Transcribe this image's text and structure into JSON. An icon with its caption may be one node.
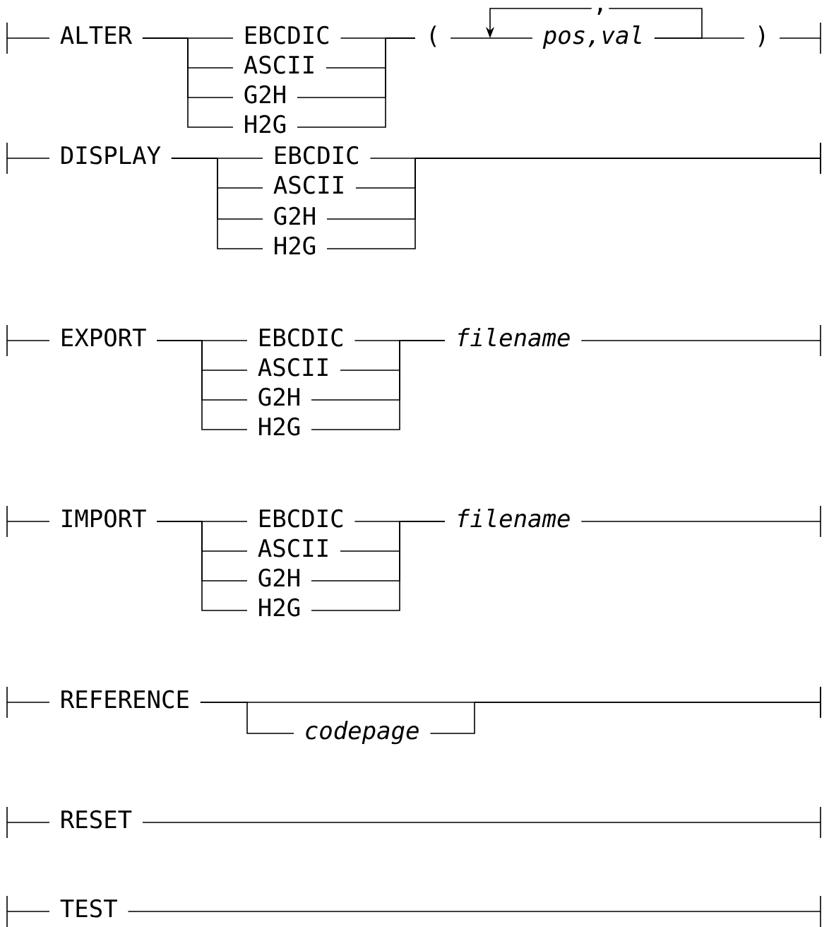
{
  "diagram": {
    "nodes": [
      {
        "text": [
          "ALTER"
        ]
      },
      {
        "text": [
          "EBCDIC"
        ]
      },
      {
        "text": [
          "ASCII"
        ]
      },
      {
        "text": [
          "G2H"
        ]
      },
      {
        "text": [
          "H2G"
        ]
      },
      {
        "text": [
          "("
        ]
      },
      {
        "text": [
          "pos,val"
        ]
      },
      {
        "text": [
          ")"
        ]
      },
      {
        "text": [
          "DISPLAY"
        ]
      },
      {
        "text": [
          "EBCDIC"
        ]
      },
      {
        "text": [
          "ASCII"
        ]
      },
      {
        "text": [
          "G2H"
        ]
      },
      {
        "text": [
          "H2G"
        ]
      },
      {
        "text": [
          "EXPORT"
        ]
      },
      {
        "text": [
          "EBCDIC"
        ]
      },
      {
        "text": [
          "ASCII"
        ]
      },
      {
        "text": [
          "G2H"
        ]
      },
      {
        "text": [
          "H2G"
        ]
      },
      {
        "text": [
          "filename"
        ]
      },
      {
        "text": [
          "IMPORT"
        ]
      },
      {
        "text": [
          "EBCDIC"
        ]
      },
      {
        "text": [
          "ASCII"
        ]
      },
      {
        "text": [
          "G2H"
        ]
      },
      {
        "text": [
          "H2G"
        ]
      },
      {
        "text": [
          "filename"
        ]
      },
      {
        "text": [
          "REFERENCE"
        ]
      },
      {
        "text": [
          "codepage"
        ]
      },
      {
        "text": [
          "RESET"
        ]
      },
      {
        "text": [
          "TEST"
        ]
      }
    ],
    "edges": [
      {
        "from": null,
        "to": 0,
        "arrow": "none"
      },
      {
        "from": 0,
        "to": 1,
        "arrow": "none"
      },
      {
        "from": 0,
        "to": 2,
        "arrow": "none"
      },
      {
        "from": 0,
        "to": 3,
        "arrow": "none"
      },
      {
        "from": 0,
        "to": 4,
        "arrow": "none"
      },
      {
        "from": 1,
        "to": 5,
        "arrow": "none"
      },
      {
        "from": 2,
        "to": 5,
        "arrow": "none"
      },
      {
        "from": 3,
        "to": 5,
        "arrow": "none"
      },
      {
        "from": 4,
        "to": 5,
        "arrow": "none"
      },
      {
        "from": 5,
        "to": 6,
        "arrow": "none"
      },
      {
        "from": 6,
        "to": 6,
        "arrow": "to",
        "label": ","
      },
      {
        "from": 6,
        "to": 7,
        "arrow": "none"
      },
      {
        "from": 7,
        "to": null,
        "arrow": "none"
      },
      {
        "from": null,
        "to": 8,
        "arrow": "none"
      },
      {
        "from": 8,
        "to": 9,
        "arrow": "none"
      },
      {
        "from": 8,
        "to": 10,
        "arrow": "none"
      },
      {
        "from": 8,
        "to": 11,
        "arrow": "none"
      },
      {
        "from": 8,
        "to": 12,
        "arrow": "none"
      },
      {
        "from": 9,
        "to": null,
        "arrow": "none"
      },
      {
        "from": 10,
        "to": null,
        "arrow": "none"
      },
      {
        "from": 11,
        "to": null,
        "arrow": "none"
      },
      {
        "from": 12,
        "to": null,
        "arrow": "none"
      },
      {
        "from": null,
        "to": 13,
        "arrow": "none"
      },
      {
        "from": 13,
        "to": 14,
        "arrow": "none"
      },
      {
        "from": 13,
        "to": 15,
        "arrow": "none"
      },
      {
        "from": 13,
        "to": 16,
        "arrow": "none"
      },
      {
        "from": 13,
        "to": 17,
        "arrow": "none"
      },
      {
        "from": 14,
        "to": 18,
        "arrow": "none"
      },
      {
        "from": 15,
        "to": 18,
        "arrow": "none"
      },
      {
        "from": 16,
        "to": 18,
        "arrow": "none"
      },
      {
        "from": 17,
        "to": 18,
        "arrow": "none"
      },
      {
        "from": 18,
        "to": null,
        "arrow": "none"
      },
      {
        "from": null,
        "to": 19,
        "arrow": "none"
      },
      {
        "from": 19,
        "to": 20,
        "arrow": "none"
      },
      {
        "from": 19,
        "to": 21,
        "arrow": "none"
      },
      {
        "from": 19,
        "to": 22,
        "arrow": "none"
      },
      {
        "from": 19,
        "to": 23,
        "arrow": "none"
      },
      {
        "from": 20,
        "to": 24,
        "arrow": "none"
      },
      {
        "from": 21,
        "to": 24,
        "arrow": "none"
      },
      {
        "from": 22,
        "to": 24,
        "arrow": "none"
      },
      {
        "from": 23,
        "to": 24,
        "arrow": "none"
      },
      {
        "from": 24,
        "to": null,
        "arrow": "none"
      },
      {
        "from": null,
        "to": 25,
        "arrow": "none"
      },
      {
        "from": 25,
        "to": null,
        "arrow": "none"
      },
      {
        "from": 25,
        "to": 26,
        "arrow": "none"
      },
      {
        "from": 26,
        "to": null,
        "arrow": "none"
      },
      {
        "from": null,
        "to": 27,
        "arrow": "none"
      },
      {
        "from": 27,
        "to": null,
        "arrow": "none"
      },
      {
        "from": null,
        "to": 28,
        "arrow": "none"
      },
      {
        "from": 28,
        "to": null,
        "arrow": "none"
      }
    ]
  }
}
